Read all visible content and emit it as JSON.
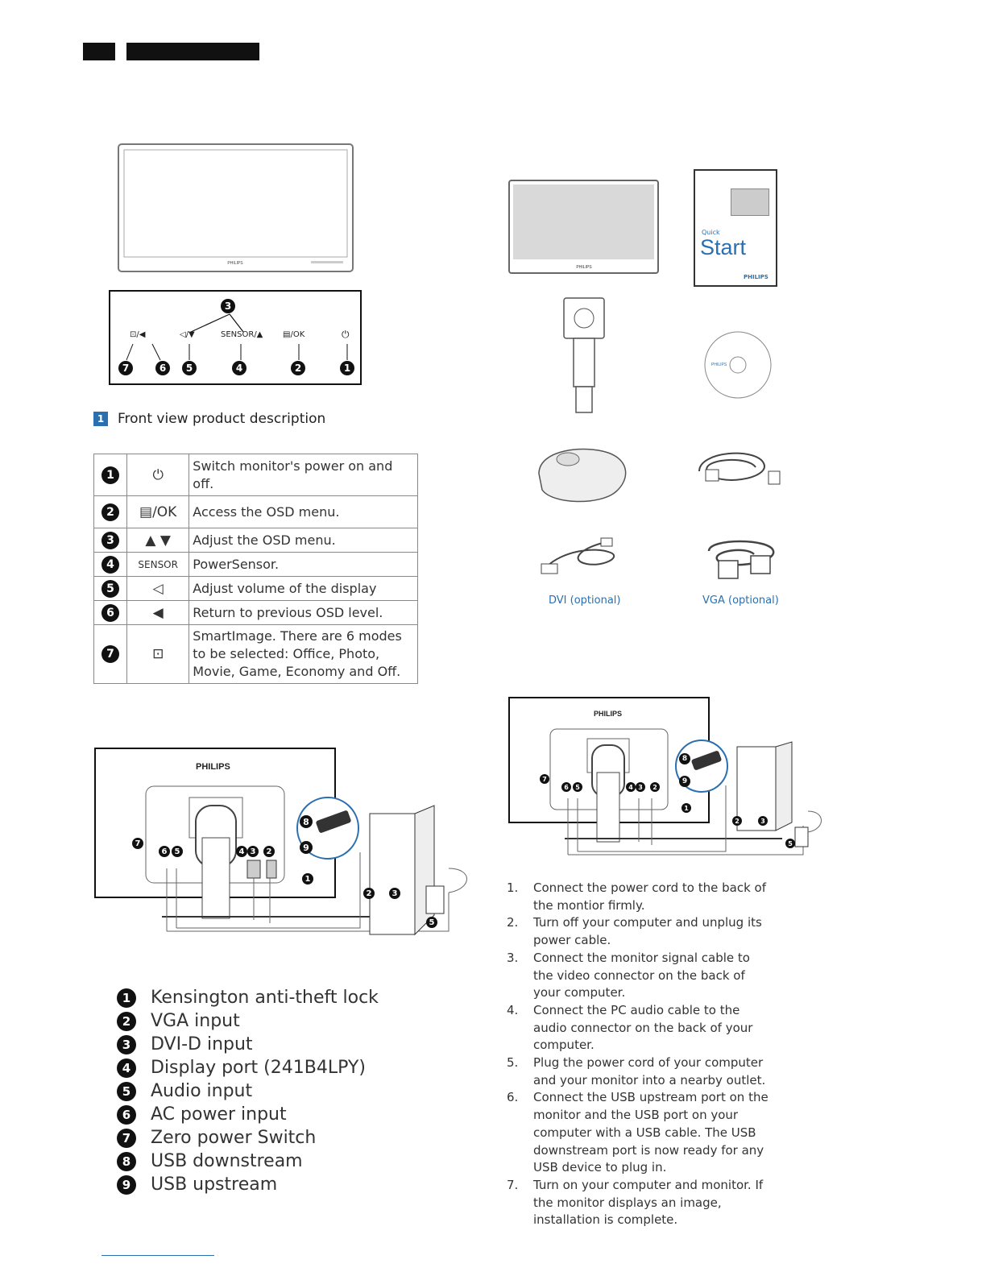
{
  "front_panel": {
    "labels": {
      "smartimage": "⊡/◀",
      "volume": "◁/▼",
      "sensor": "SENSOR/▲",
      "menu": "▤/OK",
      "power": "⏻"
    },
    "callouts": [
      "3",
      "7",
      "6",
      "5",
      "4",
      "2",
      "1"
    ]
  },
  "section1": {
    "badge": "1",
    "title": "Front view product description"
  },
  "table": [
    {
      "num": "1",
      "icon": "⏻",
      "icon_name": "power-icon",
      "text": "Switch monitor's power on and off."
    },
    {
      "num": "2",
      "icon": "▤/OK",
      "icon_name": "menu-ok-icon",
      "text": "Access the OSD menu."
    },
    {
      "num": "3",
      "icon": "▲ ▼",
      "icon_name": "up-down-arrows-icon",
      "text": "Adjust the OSD menu."
    },
    {
      "num": "4",
      "icon": "SENSOR",
      "icon_name": "sensor-icon",
      "text": "PowerSensor."
    },
    {
      "num": "5",
      "icon": "◁",
      "icon_name": "speaker-icon",
      "text": "Adjust volume of the display"
    },
    {
      "num": "6",
      "icon": "◀",
      "icon_name": "back-arrow-icon",
      "text": "Return to previous OSD level."
    },
    {
      "num": "7",
      "icon": "⊡",
      "icon_name": "smartimage-icon",
      "text": "SmartImage. There are 6 modes to be selected: Office, Photo, Movie, Game, Economy and Off."
    }
  ],
  "back_panel": {
    "brand": "PHILIPS",
    "callouts": [
      "7",
      "6",
      "5",
      "4",
      "3",
      "2",
      "1",
      "8",
      "9",
      "2",
      "3",
      "5"
    ]
  },
  "legend": [
    {
      "num": "1",
      "text": "Kensington anti-theft lock"
    },
    {
      "num": "2",
      "text": "VGA input"
    },
    {
      "num": "3",
      "text": "DVI-D input"
    },
    {
      "num": "4",
      "text": "Display port (241B4LPY)"
    },
    {
      "num": "5",
      "text": "Audio input"
    },
    {
      "num": "6",
      "text": "AC power input"
    },
    {
      "num": "7",
      "text": "Zero power Switch"
    },
    {
      "num": "8",
      "text": "USB downstream"
    },
    {
      "num": "9",
      "text": "USB upstream"
    }
  ],
  "package": {
    "monitor_brand": "PHILIPS",
    "guide_quick": "Quick",
    "guide_start": "Start",
    "guide_brand": "PHILIPS",
    "cd_brand": "PHILIPS",
    "dvi_caption": "DVI (optional)",
    "vga_caption": "VGA (optional)"
  },
  "connect_diagram": {
    "brand": "PHILIPS",
    "callouts": [
      "7",
      "6",
      "5",
      "4",
      "3",
      "2",
      "1",
      "8",
      "9",
      "2",
      "3",
      "5"
    ]
  },
  "steps": [
    {
      "n": "1.",
      "text": "Connect the power cord to the back of the montior firmly."
    },
    {
      "n": "2.",
      "text": "Turn off your computer and unplug its power cable."
    },
    {
      "n": "3.",
      "text": "Connect the monitor signal cable to the video connector on the back of your computer."
    },
    {
      "n": "4.",
      "text": "Connect the PC audio cable to the audio connector on the back of your computer."
    },
    {
      "n": "5.",
      "text": "Plug the power cord of your computer and your monitor into a nearby outlet."
    },
    {
      "n": "6.",
      "text": "Connect the USB upstream port on the monitor and the USB port on your computer with a USB cable. The USB downstream port is now ready for any USB device to plug in."
    },
    {
      "n": "7.",
      "text": "Turn on your computer and monitor. If the monitor displays an image, installation is complete."
    }
  ]
}
